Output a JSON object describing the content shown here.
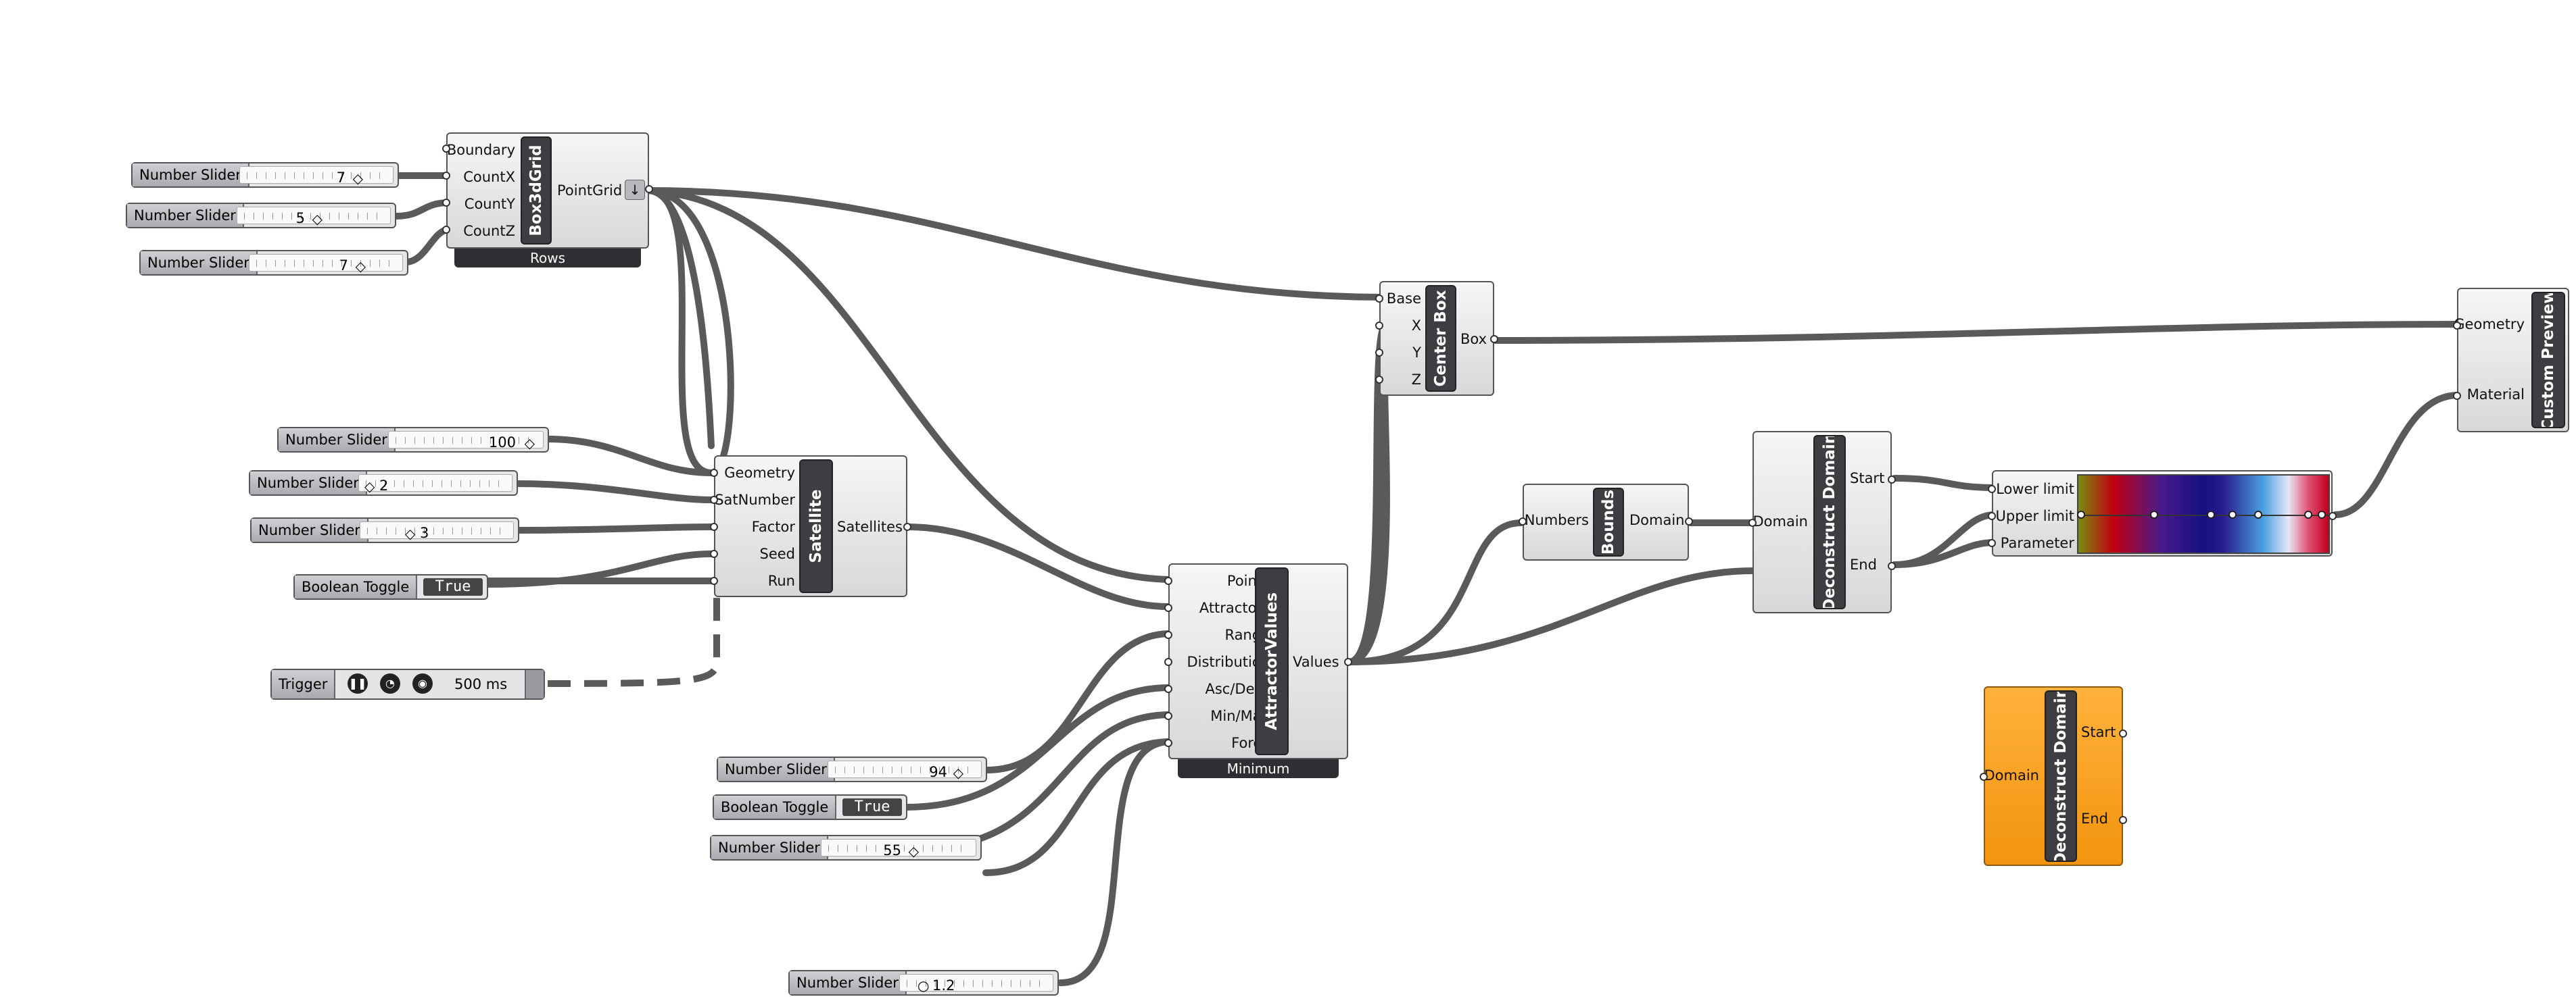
{
  "components": {
    "box3dgrid": {
      "inputs": [
        "Boundary",
        "CountX",
        "CountY",
        "CountZ"
      ],
      "nickname": "Box3dGrid",
      "outputs": [
        "PointGrid"
      ],
      "tag": "Rows"
    },
    "centerbox": {
      "inputs": [
        "Base",
        "X",
        "Y",
        "Z"
      ],
      "nickname": "Center Box",
      "outputs": [
        "Box"
      ]
    },
    "satellite": {
      "inputs": [
        "Geometry",
        "SatNumber",
        "Factor",
        "Seed",
        "Run"
      ],
      "nickname": "Satellite",
      "outputs": [
        "Satellites"
      ]
    },
    "attractor": {
      "inputs": [
        "Points",
        "Attractors",
        "Range",
        "Distribution",
        "Asc/Desc",
        "Min/Max",
        "Force"
      ],
      "nickname": "AttractorValues",
      "outputs": [
        "Values"
      ],
      "tag": "Minimum"
    },
    "bounds": {
      "inputs": [
        "Numbers"
      ],
      "nickname": "Bounds",
      "outputs": [
        "Domain"
      ]
    },
    "deconstruct1": {
      "inputs": [
        "Domain"
      ],
      "nickname": "Deconstruct Domain",
      "outputs": [
        "Start",
        "End"
      ]
    },
    "deconstruct2": {
      "inputs": [
        "Domain"
      ],
      "nickname": "Deconstruct Domain",
      "outputs": [
        "Start",
        "End"
      ]
    },
    "gradient": {
      "inputs": [
        "Lower limit",
        "Upper limit",
        "Parameter"
      ]
    },
    "preview": {
      "inputs": [
        "Geometry",
        "Material"
      ],
      "nickname": "Custom Preview"
    }
  },
  "sliders": {
    "s1": {
      "label": "Number Slider",
      "value": "7"
    },
    "s2": {
      "label": "Number Slider",
      "value": "5"
    },
    "s3": {
      "label": "Number Slider",
      "value": "7"
    },
    "s4": {
      "label": "Number Slider",
      "value": "100"
    },
    "s5": {
      "label": "Number Slider",
      "value": "2"
    },
    "s6": {
      "label": "Number Slider",
      "value": "3"
    },
    "s7": {
      "label": "Number Slider",
      "value": "94"
    },
    "s8": {
      "label": "Number Slider",
      "value": "55"
    },
    "s9": {
      "label": "Number Slider",
      "value": "1.2"
    }
  },
  "toggles": {
    "t1": {
      "label": "Boolean Toggle",
      "value": "True"
    },
    "t2": {
      "label": "Boolean Toggle",
      "value": "True"
    }
  },
  "trigger": {
    "label": "Trigger",
    "value": "500 ms"
  },
  "colors": {
    "wire": "#5a5a5a",
    "component": "#dcdcde",
    "nickname": "#3e3e42",
    "orange": "#f7a21f"
  }
}
